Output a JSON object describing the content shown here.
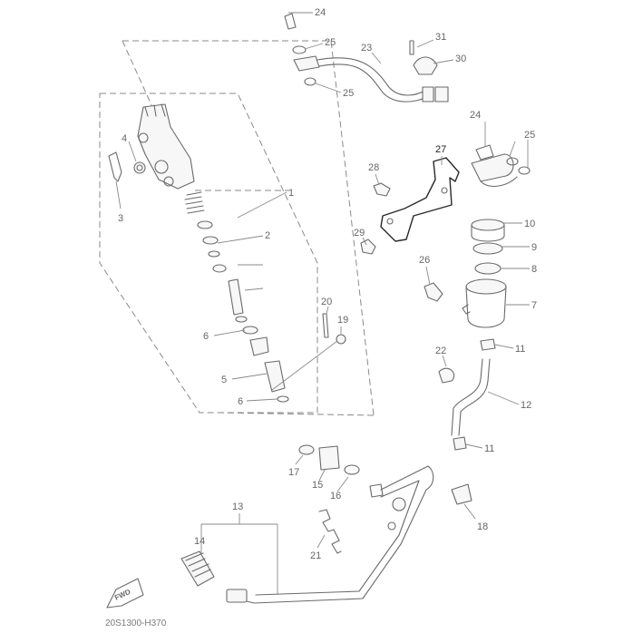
{
  "diagram": {
    "drawing_code": "20S1300-H370",
    "direction_label": "FWD",
    "callouts": [
      {
        "id": "c1",
        "text": "1"
      },
      {
        "id": "c2",
        "text": "2"
      },
      {
        "id": "c3",
        "text": "3"
      },
      {
        "id": "c4",
        "text": "4"
      },
      {
        "id": "c5",
        "text": "5"
      },
      {
        "id": "c6a",
        "text": "6"
      },
      {
        "id": "c6b",
        "text": "6"
      },
      {
        "id": "c7",
        "text": "7"
      },
      {
        "id": "c8",
        "text": "8"
      },
      {
        "id": "c9",
        "text": "9"
      },
      {
        "id": "c10",
        "text": "10"
      },
      {
        "id": "c11a",
        "text": "11"
      },
      {
        "id": "c11b",
        "text": "11"
      },
      {
        "id": "c12",
        "text": "12"
      },
      {
        "id": "c13",
        "text": "13"
      },
      {
        "id": "c14",
        "text": "14"
      },
      {
        "id": "c15",
        "text": "15"
      },
      {
        "id": "c16",
        "text": "16"
      },
      {
        "id": "c17",
        "text": "17"
      },
      {
        "id": "c18",
        "text": "18"
      },
      {
        "id": "c19",
        "text": "19"
      },
      {
        "id": "c20",
        "text": "20"
      },
      {
        "id": "c21",
        "text": "21"
      },
      {
        "id": "c22",
        "text": "22"
      },
      {
        "id": "c23",
        "text": "23"
      },
      {
        "id": "c24a",
        "text": "24"
      },
      {
        "id": "c24b",
        "text": "24"
      },
      {
        "id": "c25a",
        "text": "25"
      },
      {
        "id": "c25b",
        "text": "25"
      },
      {
        "id": "c25c",
        "text": "25"
      },
      {
        "id": "c26",
        "text": "26"
      },
      {
        "id": "c27",
        "text": "27"
      },
      {
        "id": "c28",
        "text": "28"
      },
      {
        "id": "c29",
        "text": "29"
      },
      {
        "id": "c30",
        "text": "30"
      },
      {
        "id": "c31",
        "text": "31"
      }
    ]
  }
}
